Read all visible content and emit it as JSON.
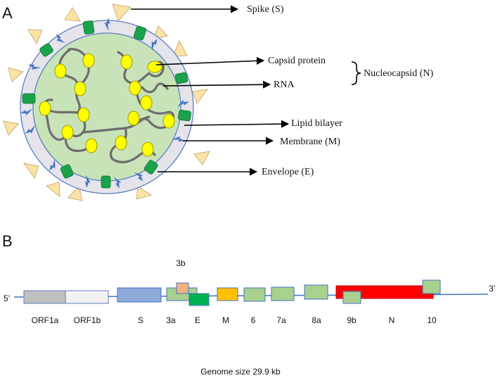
{
  "panel_a": {
    "label": "A",
    "callouts": {
      "spike": "Spike (S)",
      "capsid": "Capsid protein",
      "rna": "RNA",
      "nucleocapsid": "Nucleocapsid (N)",
      "lipid": "Lipid bilayer",
      "membrane": "Membrane (M)",
      "envelope": "Envelope (E)"
    }
  },
  "panel_b": {
    "label": "B",
    "five_prime": "5’",
    "three_prime": "3’",
    "genes": {
      "orf1a": "ORF1a",
      "orf1b": "ORF1b",
      "s": "S",
      "g3a": "3a",
      "g3b": "3b",
      "e": "E",
      "m": "M",
      "g6": "6",
      "g7a": "7a",
      "g8a": "8a",
      "g9b": "9b",
      "n": "N",
      "g10": "10"
    },
    "caption": "Genome size 29.9 kb"
  },
  "colors": {
    "membrane_ring": "#e4e4ea",
    "membrane_outline": "#5d7fbf",
    "core_fill": "#c9e3b9",
    "protein_green": "#1aa34a",
    "membrane_blue": "#4472c4",
    "spike_fill": "#fbe3a6",
    "capsid_yellow": "#ffff00",
    "rna_gray": "#6d6d6d",
    "orf1a": "#bfbfbf",
    "orf1b": "#f2f2f2",
    "s_gene": "#8eaadb",
    "accessory_green": "#a9d18e",
    "e_gene": "#00b050",
    "m_gene": "#ffc000",
    "n_gene": "#ff0000",
    "g3b": "#f4b183",
    "genome_line": "#4472c4"
  }
}
